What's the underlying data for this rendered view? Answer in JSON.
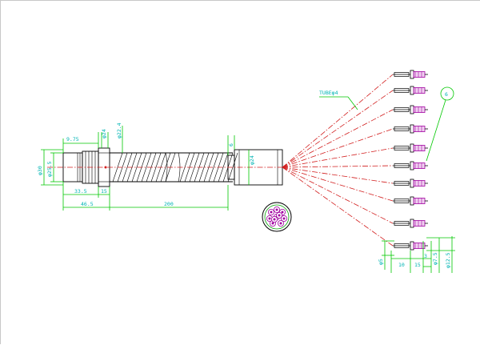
{
  "drawing": {
    "dimensions": {
      "phi30": "φ30",
      "phi25_5": "φ25.5",
      "d9_75": "9.75",
      "phi24_top": "φ24",
      "phi22_4": "φ22.4",
      "d33_5": "33.5",
      "d15_left": "15",
      "d46_5": "46.5",
      "d200": "200",
      "d6": "6",
      "phi24_right": "φ24",
      "phi5": "φ5",
      "d10": "10",
      "d15_bottom": "15",
      "d3": "3",
      "phi7_5": "φ7.5",
      "phi12_5": "φ12.5"
    },
    "labels": {
      "tube": "TUBEφ4",
      "balloon": "6"
    },
    "colors": {
      "outline": "#000000",
      "dimension": "#00c800",
      "dimension_text": "#00b4b4",
      "center_line": "#d21e1e",
      "terminal": "#a000a0",
      "background": "#ffffff"
    }
  }
}
